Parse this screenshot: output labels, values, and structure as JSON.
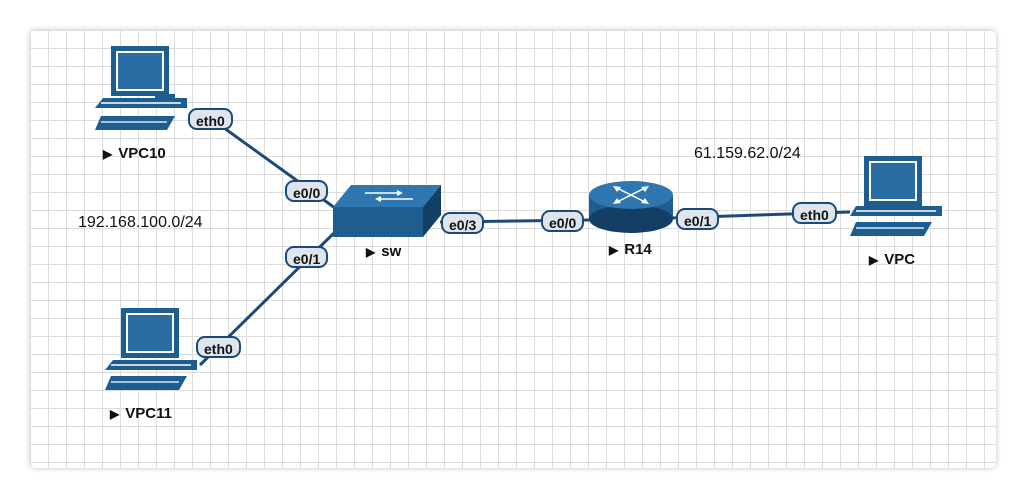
{
  "nodes": {
    "vpc10": {
      "label": "VPC10",
      "port": "eth0"
    },
    "vpc11": {
      "label": "VPC11",
      "port": "eth0"
    },
    "sw": {
      "label": "sw",
      "ports": [
        "e0/0",
        "e0/1",
        "e0/3"
      ]
    },
    "r14": {
      "label": "R14",
      "ports": [
        "e0/0",
        "e0/1"
      ]
    },
    "vpc": {
      "label": "VPC",
      "port": "eth0"
    }
  },
  "subnets": {
    "lan": "192.168.100.0/24",
    "wan": "61.159.62.0/24"
  },
  "label_marker": "▶",
  "colors": {
    "device": "#1d5d8f",
    "device_dark": "#123f63",
    "link": "#1c4a78",
    "port_fill": "#dfe5ec",
    "grid": "#dcdcdc"
  }
}
